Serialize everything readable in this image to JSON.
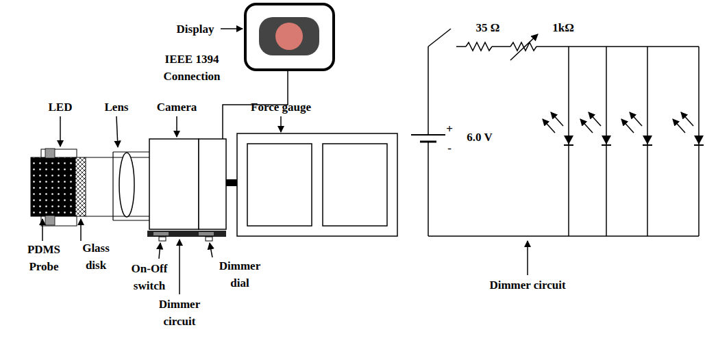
{
  "diagram": {
    "labels": [
      "Display",
      "IEEE 1394 Connection",
      "LED",
      "Lens",
      "Camera",
      "Force gauge",
      "35 Ω",
      "1kΩ",
      "+",
      "-",
      "6.0 V",
      "PDMS Probe",
      "Glass disk",
      "On-Off switch",
      "Dimmer dial",
      "Dimmer circuit",
      "Dimmer circuit"
    ]
  }
}
